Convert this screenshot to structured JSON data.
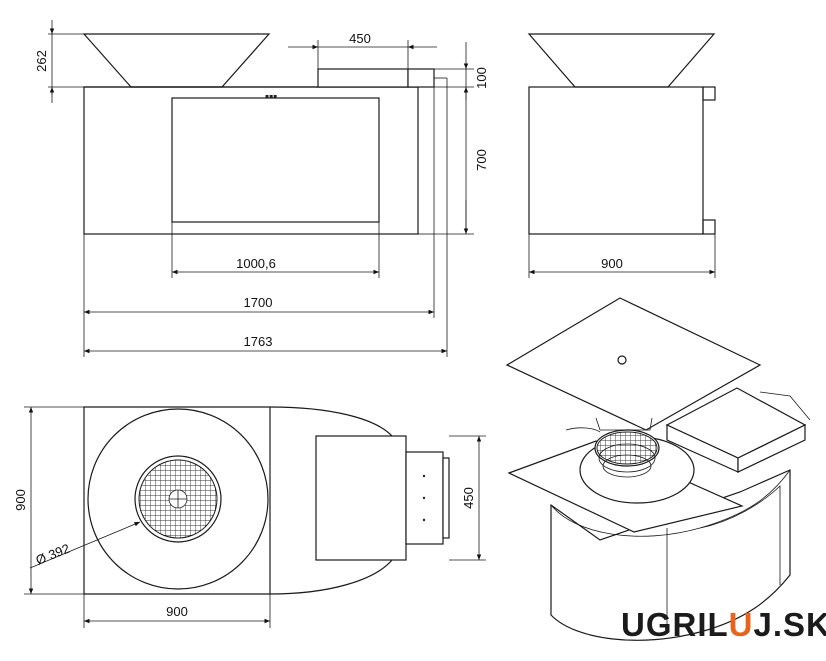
{
  "dimensions": {
    "front_hopper_height": "262",
    "side_box_width": "450",
    "side_box_height": "100",
    "body_height": "700",
    "door_width": "1000,6",
    "body_width": "1700",
    "total_width": "1763",
    "side_width": "900",
    "plan_depth": "900",
    "plan_width": "900",
    "grate_diameter": "Ø 392",
    "plan_box_width": "450"
  },
  "brand": {
    "prefix": "UGRIL",
    "flame_letter": "U",
    "suffix": "J.SK",
    "accent_color": "#e8641c"
  }
}
